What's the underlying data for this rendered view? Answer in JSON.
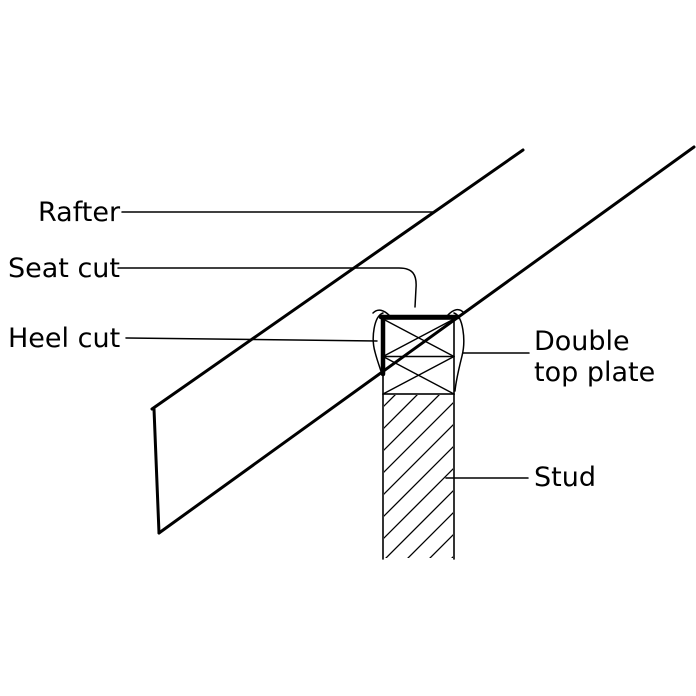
{
  "diagram": {
    "labels": {
      "rafter": "Rafter",
      "seat_cut": "Seat cut",
      "heel_cut": "Heel cut",
      "double_top_plate": "Double top plate",
      "stud": "Stud"
    },
    "colors": {
      "line": "#000000",
      "background": "#ffffff"
    }
  }
}
